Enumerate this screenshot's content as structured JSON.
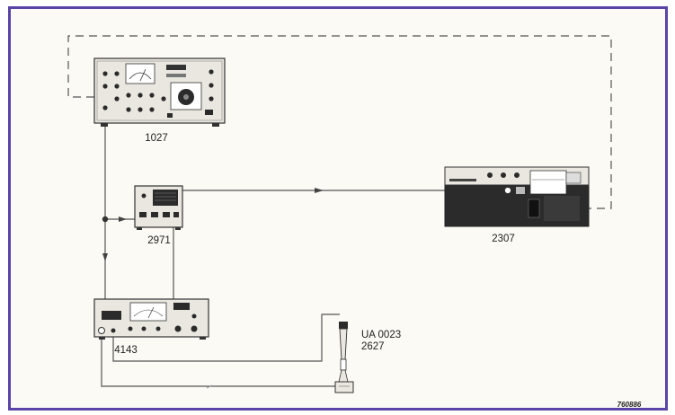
{
  "colors": {
    "frame_border": "#5a44a8",
    "background": "#fbfaf4",
    "line": "#555555",
    "device_body": "#e9e7df",
    "device_dark": "#2b2b2b"
  },
  "devices": {
    "d1027": {
      "label": "1027"
    },
    "d2971": {
      "label": "2971"
    },
    "d2307": {
      "label": "2307"
    },
    "d4143": {
      "label": "4143"
    },
    "mic": {
      "label_line1": "UA 0023",
      "label_line2": "2627"
    }
  },
  "figure_code": "760886"
}
